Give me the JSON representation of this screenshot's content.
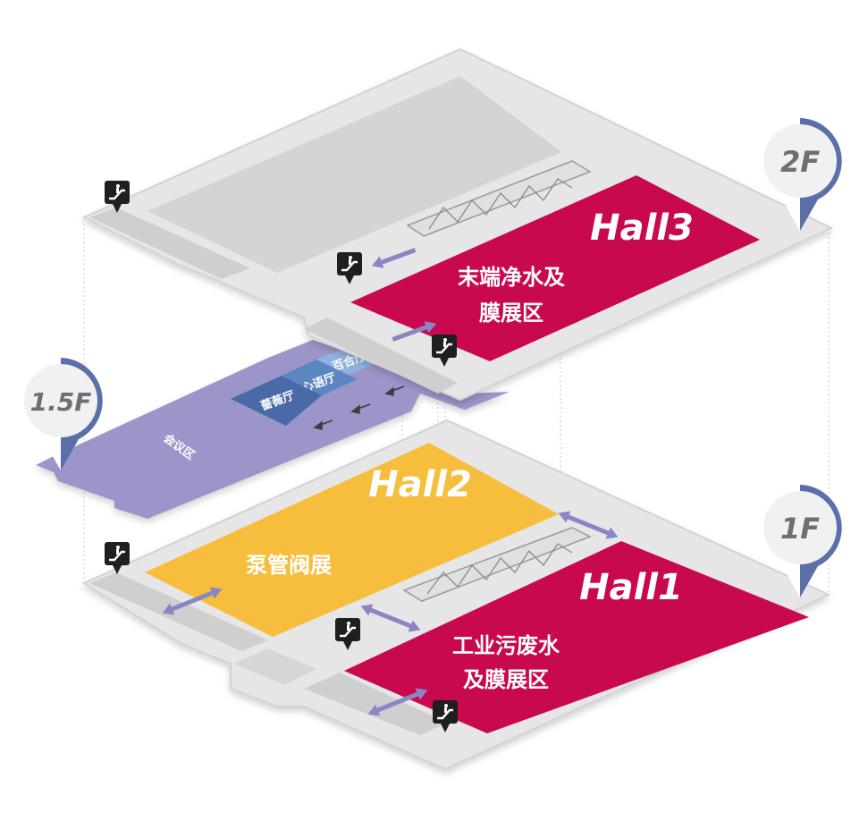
{
  "floors": {
    "f2": "2F",
    "f15": "1.5F",
    "f1": "1F"
  },
  "halls": {
    "hall3": {
      "name": "Hall3",
      "zone_line1": "末端净水及",
      "zone_line2": "膜展区"
    },
    "hall2": {
      "name": "Hall2",
      "zone": "泵管阀展"
    },
    "hall1": {
      "name": "Hall1",
      "zone_line1": "工业污废水",
      "zone_line2": "及膜展区"
    }
  },
  "mezzanine": {
    "area": "会议区",
    "rooms": [
      "百合厅",
      "心语厅",
      "蔷薇厅"
    ]
  },
  "colors": {
    "floor": "#e6e6e6",
    "floor_edge": "#cfcfcf",
    "hall_red": "#c8094f",
    "hall_yellow": "#f6be3c",
    "meeting_purple": "#9b95c9",
    "room_light": "#6fa3d6",
    "room_mid": "#5b86c2",
    "room_dark": "#4a6ba7",
    "pin_blue": "#5b6fa8",
    "arrow": "#8a86c4"
  },
  "icons": [
    "escalator-icon",
    "map-pin-icon",
    "double-arrow-icon"
  ]
}
